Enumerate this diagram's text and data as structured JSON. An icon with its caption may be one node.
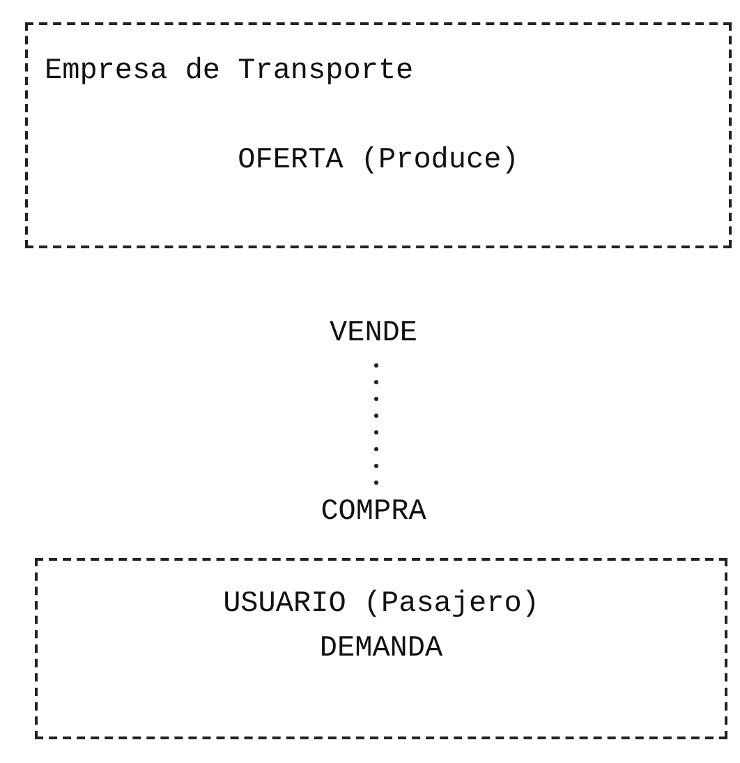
{
  "diagram": {
    "nodes": [
      {
        "text": [
          "Empresa de Transporte",
          "OFERTA (Produce)"
        ]
      },
      {
        "text": [
          "VENDE"
        ]
      },
      {
        "text": [
          "COMPRA"
        ]
      },
      {
        "text": [
          "USUARIO (Pasajero) DEMANDA"
        ]
      }
    ],
    "edges": [
      {
        "from": 1,
        "to": 2,
        "arrow": "none",
        "style": "dashed"
      }
    ]
  }
}
